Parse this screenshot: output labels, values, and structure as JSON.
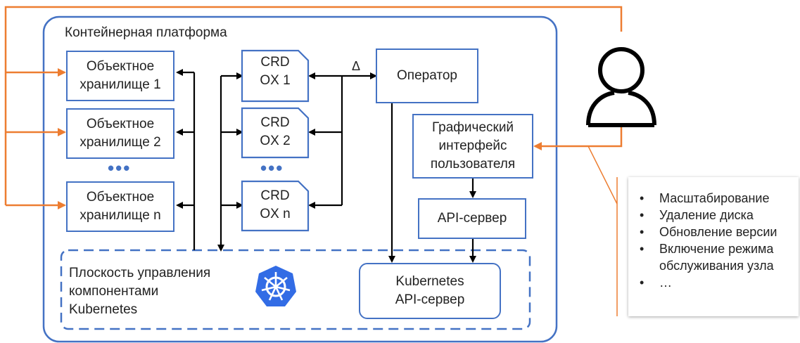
{
  "platform": {
    "title": "Контейнерная платформа"
  },
  "storage_boxes": [
    {
      "line1": "Объектное",
      "line2": "хранилище 1"
    },
    {
      "line1": "Объектное",
      "line2": "хранилище 2"
    },
    {
      "line1": "Объектное",
      "line2": "хранилище n"
    }
  ],
  "crd_boxes": [
    {
      "line1": "CRD",
      "line2": "OX 1"
    },
    {
      "line1": "CRD",
      "line2": "OX 2"
    },
    {
      "line1": "CRD",
      "line2": "OX n"
    }
  ],
  "ellipsis": "•••",
  "operator": {
    "label": "Оператор"
  },
  "delta": "Δ",
  "gui": {
    "line1": "Графический",
    "line2": "интерфейс",
    "line3": "пользователя"
  },
  "api_server": {
    "label": "API-сервер"
  },
  "control_plane": {
    "line1": "Плоскость управления",
    "line2": "компонентами",
    "line3": "Kubernetes"
  },
  "k8s_api": {
    "line1": "Kubernetes",
    "line2": "API-сервер"
  },
  "actions_panel": {
    "items": [
      {
        "text": "Масштабирование",
        "bullet": true
      },
      {
        "text": "Удаление диска",
        "bullet": true
      },
      {
        "text": "Обновление версии",
        "bullet": true
      },
      {
        "text": "Включение режима",
        "bullet": true
      },
      {
        "text": "обслуживания узла",
        "bullet": false
      },
      {
        "text": "…",
        "bullet": true
      }
    ]
  },
  "colors": {
    "blue": "#4472c4",
    "orange": "#ed7d31",
    "black": "#000000",
    "k8s": "#326ce5"
  },
  "icons": {
    "user": "user-icon",
    "kubernetes": "kubernetes-logo-icon"
  }
}
